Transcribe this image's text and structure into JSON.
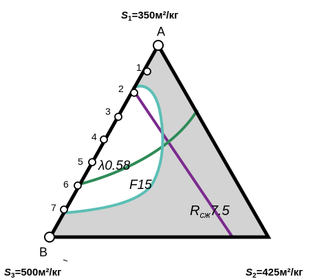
{
  "corners": {
    "top": {
      "letter": "A",
      "s_var": "S",
      "s_sub": "1",
      "value": "=350м²/кг"
    },
    "right": {
      "letter": "",
      "s_var": "S",
      "s_sub": "2",
      "value": "=425м²/кг"
    },
    "left": {
      "letter": "B",
      "s_var": "S",
      "s_sub": "3",
      "value": "=500м²/кг"
    }
  },
  "points": [
    "1",
    "2",
    "3",
    "4",
    "5",
    "6",
    "7"
  ],
  "curves": {
    "lambda": {
      "label": "λ0.58",
      "color": "#2e8b57"
    },
    "f15": {
      "label": "F15",
      "color": "#5bbfb5"
    },
    "rcz": {
      "label_main": "R",
      "label_sub": "сж",
      "label_value": "7.5",
      "color": "#7b2a8e"
    }
  },
  "colors": {
    "fill": "#d3d3d3",
    "outline": "#000000",
    "white_region": "#ffffff"
  }
}
